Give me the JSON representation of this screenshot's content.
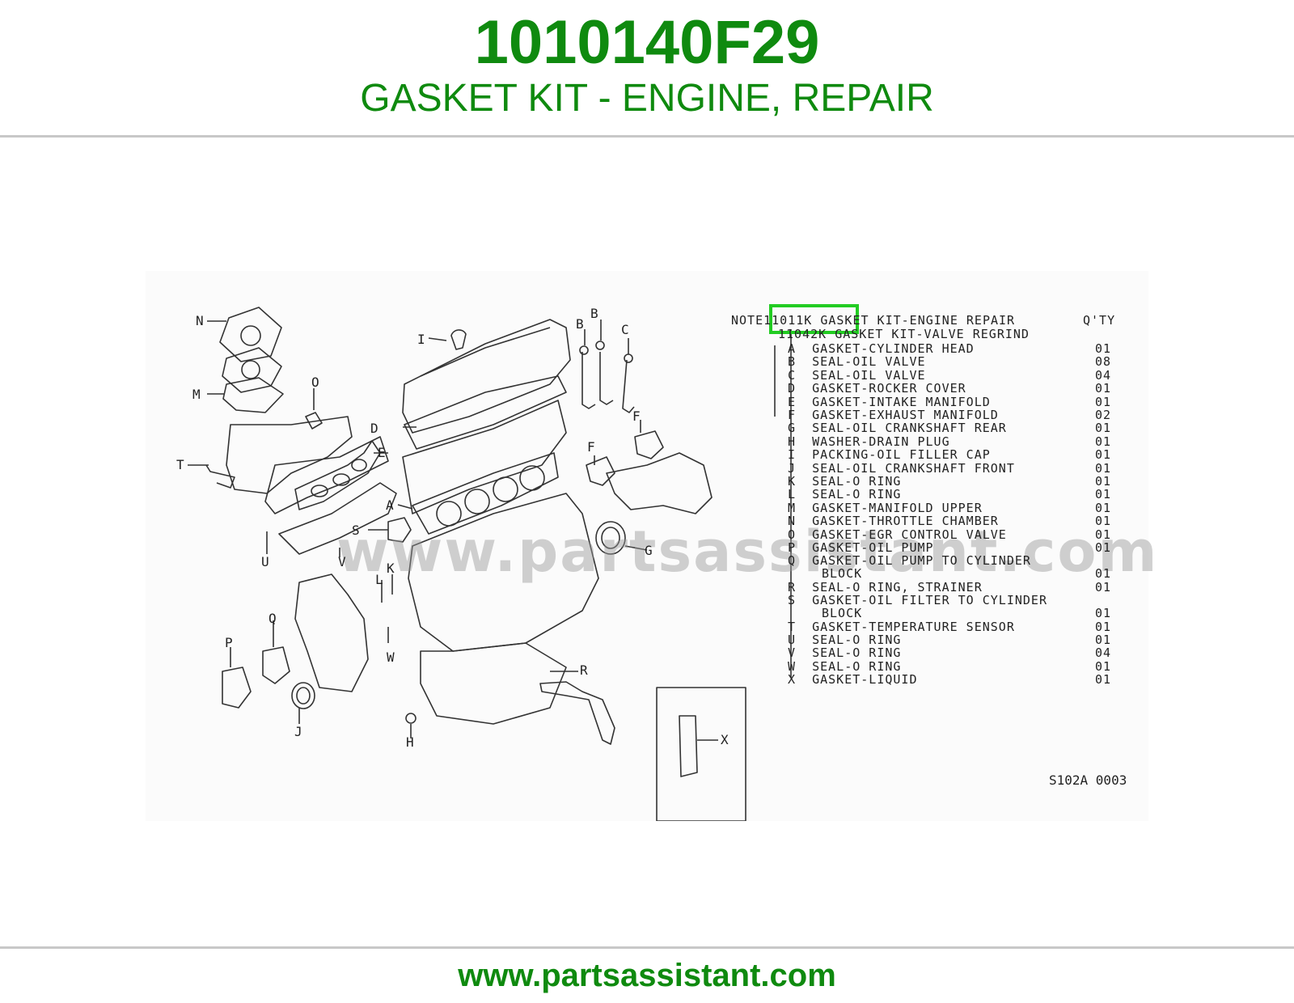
{
  "header": {
    "part_number": "1010140F29",
    "title": "GASKET KIT - ENGINE, REPAIR"
  },
  "diagram": {
    "note_label": "NOTE",
    "kit_line_1": "11011K GASKET KIT-ENGINE REPAIR",
    "kit_line_2": "11042K GASKET KIT-VALVE REGRIND",
    "qty_header": "Q'TY",
    "highlight_code": "11011K",
    "highlight_color": "#22cc22",
    "watermark": "www.partsassistant.com",
    "drawing_code": "S102A 0003",
    "parts": [
      {
        "letter": "A",
        "name": "GASKET-CYLINDER HEAD",
        "qty": "01"
      },
      {
        "letter": "B",
        "name": "SEAL-OIL VALVE",
        "qty": "08"
      },
      {
        "letter": "C",
        "name": "SEAL-OIL VALVE",
        "qty": "04"
      },
      {
        "letter": "D",
        "name": "GASKET-ROCKER COVER",
        "qty": "01"
      },
      {
        "letter": "E",
        "name": "GASKET-INTAKE MANIFOLD",
        "qty": "01"
      },
      {
        "letter": "F",
        "name": "GASKET-EXHAUST MANIFOLD",
        "qty": "02"
      },
      {
        "letter": "G",
        "name": "SEAL-OIL CRANKSHAFT REAR",
        "qty": "01"
      },
      {
        "letter": "H",
        "name": "WASHER-DRAIN PLUG",
        "qty": "01"
      },
      {
        "letter": "I",
        "name": "PACKING-OIL FILLER CAP",
        "qty": "01"
      },
      {
        "letter": "J",
        "name": "SEAL-OIL CRANKSHAFT FRONT",
        "qty": "01"
      },
      {
        "letter": "K",
        "name": "SEAL-O RING",
        "qty": "01"
      },
      {
        "letter": "L",
        "name": "SEAL-O RING",
        "qty": "01"
      },
      {
        "letter": "M",
        "name": "GASKET-MANIFOLD UPPER",
        "qty": "01"
      },
      {
        "letter": "N",
        "name": "GASKET-THROTTLE CHAMBER",
        "qty": "01"
      },
      {
        "letter": "O",
        "name": "GASKET-EGR CONTROL VALVE",
        "qty": "01"
      },
      {
        "letter": "P",
        "name": "GASKET-OIL PUMP",
        "qty": "01"
      },
      {
        "letter": "Q",
        "name": "GASKET-OIL PUMP TO CYLINDER",
        "name2": "BLOCK",
        "qty": "01"
      },
      {
        "letter": "R",
        "name": "SEAL-O RING, STRAINER",
        "qty": "01"
      },
      {
        "letter": "S",
        "name": "GASKET-OIL FILTER TO CYLINDER",
        "name2": "BLOCK",
        "qty": "01"
      },
      {
        "letter": "T",
        "name": "GASKET-TEMPERATURE SENSOR",
        "qty": "01"
      },
      {
        "letter": "U",
        "name": "SEAL-O RING",
        "qty": "01"
      },
      {
        "letter": "V",
        "name": "SEAL-O RING",
        "qty": "04"
      },
      {
        "letter": "W",
        "name": "SEAL-O RING",
        "qty": "01"
      },
      {
        "letter": "X",
        "name": "GASKET-LIQUID",
        "qty": "01"
      }
    ],
    "callouts": [
      "N",
      "M",
      "T",
      "O",
      "E",
      "D",
      "I",
      "B",
      "B",
      "C",
      "F",
      "F",
      "A",
      "S",
      "G",
      "K",
      "L",
      "U",
      "V",
      "W",
      "Q",
      "P",
      "J",
      "H",
      "R",
      "X"
    ]
  },
  "footer": {
    "url": "www.partsassistant.com"
  }
}
